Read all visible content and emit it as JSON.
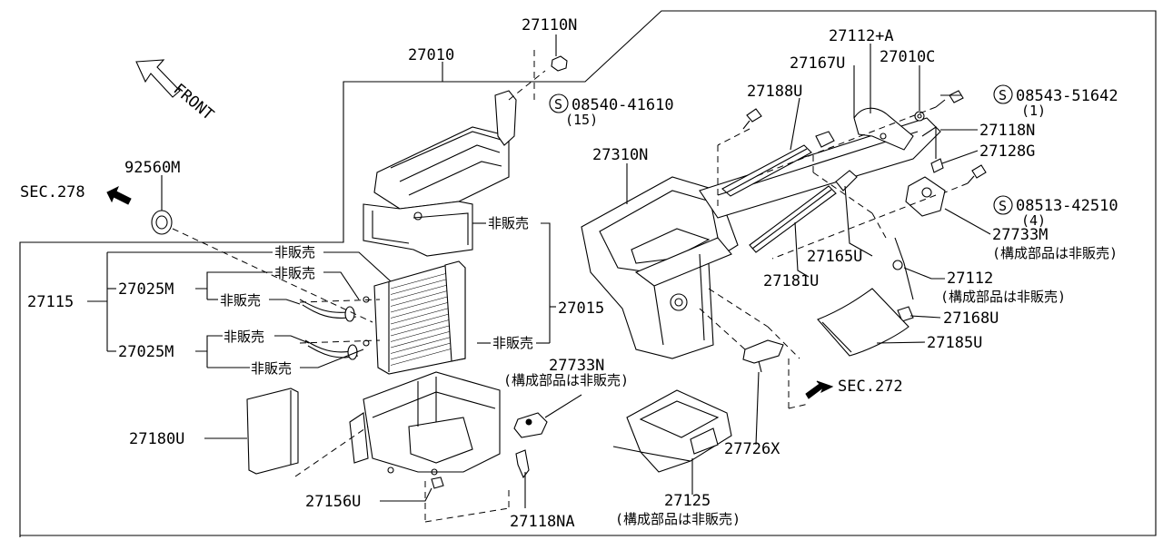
{
  "front_label": "FRONT",
  "sec_278": "SEC.278",
  "sec_272": "SEC.272",
  "parts": {
    "p27110N": "27110N",
    "p27010": "27010",
    "p27112A": "27112+A",
    "p27167U": "27167U",
    "p27010C": "27010C",
    "p27188U": "27188U",
    "p08540": "08540-41610",
    "p08540_qty": "(15)",
    "p08543": "08543-51642",
    "p08543_qty": "(1)",
    "p27118N": "27118N",
    "p27128G": "27128G",
    "p27310N": "27310N",
    "p92560M": "92560M",
    "p08513": "08513-42510",
    "p08513_qty": "(4)",
    "p27733M": "27733M",
    "p27733M_note": "(構成部品は非販売)",
    "p27165U": "27165U",
    "p27181U": "27181U",
    "p27112": "27112",
    "p27112_note": "(構成部品は非販売)",
    "p27115": "27115",
    "p27025M_a": "27025M",
    "p27025M_b": "27025M",
    "p27015": "27015",
    "p27168U": "27168U",
    "p27185U": "27185U",
    "p27733N": "27733N",
    "p27733N_note": "(構成部品は非販売)",
    "p27180U": "27180U",
    "p27726X": "27726X",
    "p27156U": "27156U",
    "p27125": "27125",
    "p27125_note": "(構成部品は非販売)",
    "p27118NA": "27118NA"
  },
  "not_for_sale": [
    "非販売",
    "非販売",
    "非販売",
    "非販売",
    "非販売",
    "非販売",
    "非販売"
  ],
  "screw_symbol": "S"
}
